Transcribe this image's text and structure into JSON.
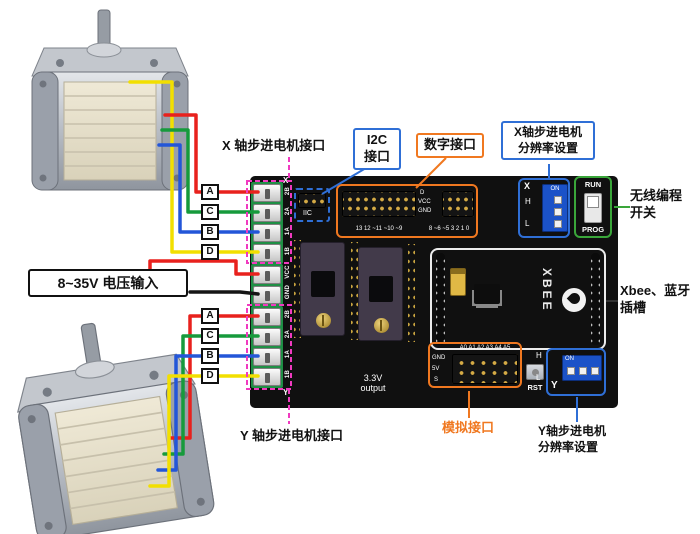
{
  "annotations": {
    "x_motor_interface": "X 轴步进电机接口",
    "i2c_interface": "I2C\n接口",
    "digital_interface": "数字接口",
    "x_resolution": "X轴步进电机\n分辨率设置",
    "wireless_switch": "无线编程\n开关",
    "xbee_slot": "Xbee、蓝牙\n插槽",
    "power_input": "8~35V 电压输入",
    "analog_interface": "模拟接口",
    "y_resolution": "Y轴步进电机\n分辨率设置",
    "y_motor_interface": "Y 轴步进电机接口"
  },
  "wire_labels": {
    "top": [
      "A",
      "C",
      "B",
      "D"
    ],
    "bottom": [
      "A",
      "C",
      "B",
      "D"
    ]
  },
  "board": {
    "x_axis": "X",
    "y_axis": "Y",
    "terminals_x": [
      "2B",
      "2A",
      "1A",
      "1B"
    ],
    "terminals_power": [
      "VCC",
      "GND"
    ],
    "terminals_y": [
      "2B",
      "2A",
      "1A",
      "1B"
    ],
    "iic_label": "IIC",
    "digital_row_labels": [
      "D",
      "VCC",
      "GND"
    ],
    "digital_numbers_left": "13 12 ~11 ~10 ~9",
    "digital_numbers_right": "8 ~6 ~5 3 2 1 0",
    "dip_on": "ON",
    "dip_high": "H",
    "dip_low": "L",
    "run_label": "RUN",
    "prog_label": "PROG",
    "xbee_label": "XBEE",
    "analog_pin_row": "A0 A1 A2 A3 A4 A5",
    "analog_row_labels": [
      "GND",
      "5V",
      "S"
    ],
    "rst_label": "RST",
    "output_label": "3.3V\noutput"
  },
  "colors": {
    "wire_a": "#e8211d",
    "wire_c": "#169a3c",
    "wire_b": "#2356d8",
    "wire_d": "#f2df00",
    "wire_power_pos": "#e8211d",
    "wire_power_neg": "#151515",
    "callout_magenta": "#f03ac0",
    "callout_blue": "#2f6fd6",
    "callout_orange": "#f07820",
    "callout_green": "#3aa63a",
    "callout_dark": "#333333"
  }
}
